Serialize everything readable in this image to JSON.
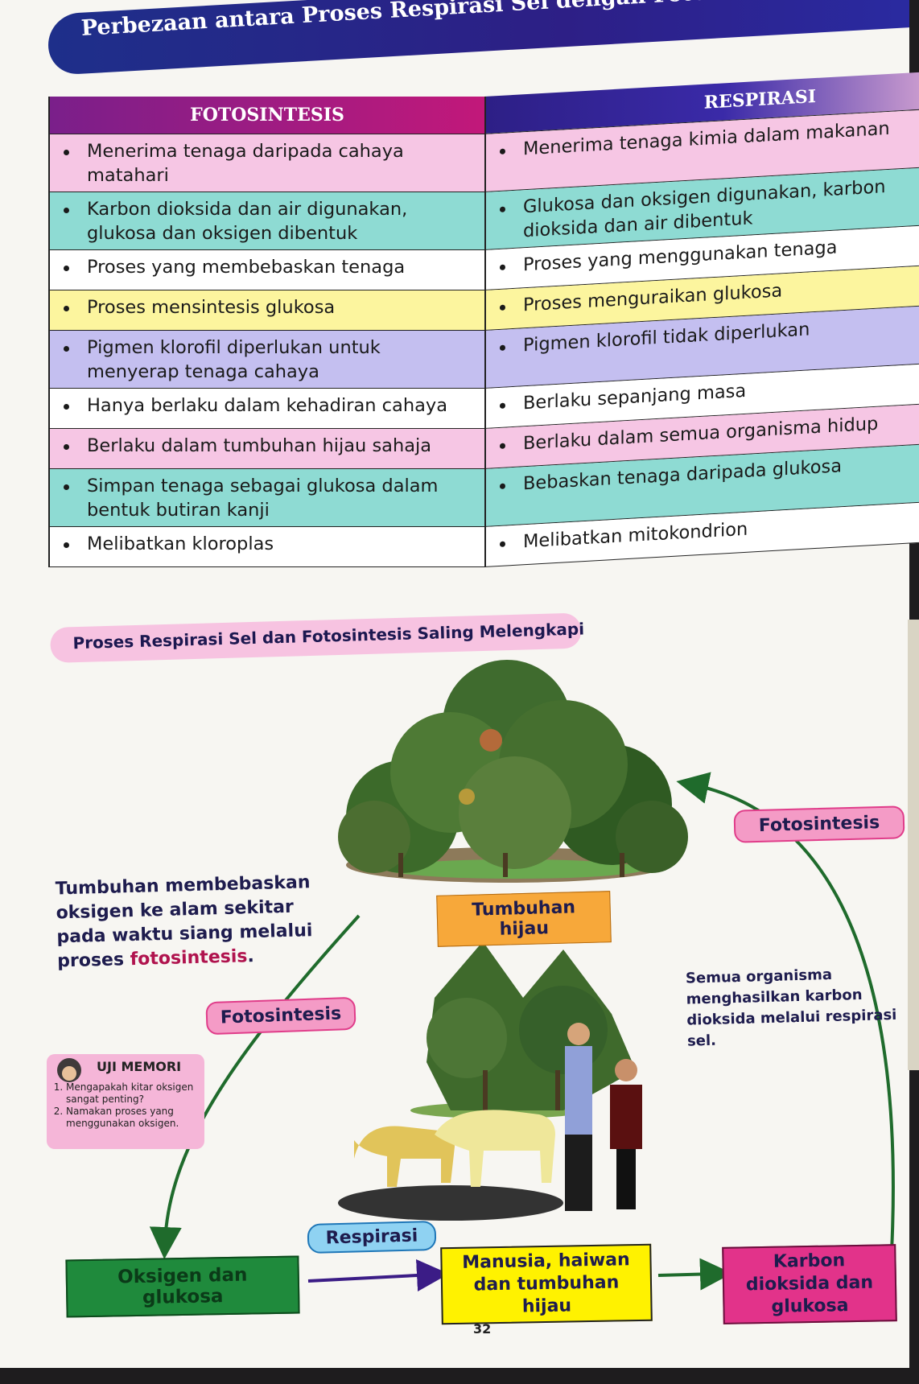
{
  "title": "Perbezaan antara Proses Respirasi Sel dengan Foto",
  "table": {
    "header_left": "FOTOSINTESIS",
    "header_right": "RESPIRASI",
    "left": [
      {
        "text": "Menerima tenaga daripada cahaya matahari",
        "color": "#f6c6e4"
      },
      {
        "text": "Karbon dioksida dan air digunakan, glukosa dan oksigen dibentuk",
        "color": "#8edbd3"
      },
      {
        "text": "Proses yang membebaskan tenaga",
        "color": "#ffffff"
      },
      {
        "text": "Proses mensintesis glukosa",
        "color": "#fcf59e"
      },
      {
        "text": "Pigmen klorofil diperlukan untuk menyerap tenaga cahaya",
        "color": "#c4bff0"
      },
      {
        "text": "Hanya berlaku dalam kehadiran cahaya",
        "color": "#ffffff"
      },
      {
        "text": "Berlaku dalam tumbuhan hijau sahaja",
        "color": "#f6c6e4"
      },
      {
        "text": "Simpan tenaga sebagai glukosa dalam bentuk butiran kanji",
        "color": "#8edbd3"
      },
      {
        "text": "Melibatkan kloroplas",
        "color": "#ffffff"
      }
    ],
    "right": [
      {
        "text": "Menerima tenaga kimia dalam makanan",
        "color": "#f6c6e4"
      },
      {
        "text": "Glukosa dan oksigen digunakan, karbon dioksida dan air dibentuk",
        "color": "#8edbd3"
      },
      {
        "text": "Proses yang menggunakan tenaga",
        "color": "#ffffff"
      },
      {
        "text": "Proses menguraikan glukosa",
        "color": "#fcf59e"
      },
      {
        "text": "Pigmen klorofil tidak diperlukan",
        "color": "#c4bff0"
      },
      {
        "text": "Berlaku sepanjang masa",
        "color": "#ffffff"
      },
      {
        "text": "Berlaku dalam semua organisma hidup",
        "color": "#f6c6e4"
      },
      {
        "text": "Bebaskan tenaga daripada glukosa",
        "color": "#8edbd3"
      },
      {
        "text": "Melibatkan mitokondrion",
        "color": "#ffffff"
      }
    ]
  },
  "subtitle": "Proses Respirasi Sel dan Fotosintesis Saling Melengkapi",
  "diagram": {
    "fotosintesis_top": "Fotosintesis",
    "tumbuhan_hijau": "Tumbuhan hijau",
    "fotosintesis_left": "Fotosintesis",
    "left_text_1": "Tumbuhan membebaskan oksigen ke alam sekitar pada waktu siang melalui proses ",
    "left_text_highlight": "fotosintesis",
    "left_text_end": ".",
    "right_text": "Semua organisma menghasilkan karbon dioksida melalui respirasi sel.",
    "respirasi": "Respirasi",
    "oksigen": "Oksigen dan glukosa",
    "manusia": "Manusia, haiwan dan tumbuhan hijau",
    "karbon": "Karbon dioksida dan glukosa"
  },
  "uji_memori": {
    "title": "UJI MEMORI",
    "questions": [
      "Mengapakah kitar oksigen sangat penting?",
      "Namakan proses yang menggunakan oksigen."
    ]
  },
  "page_number": "32"
}
